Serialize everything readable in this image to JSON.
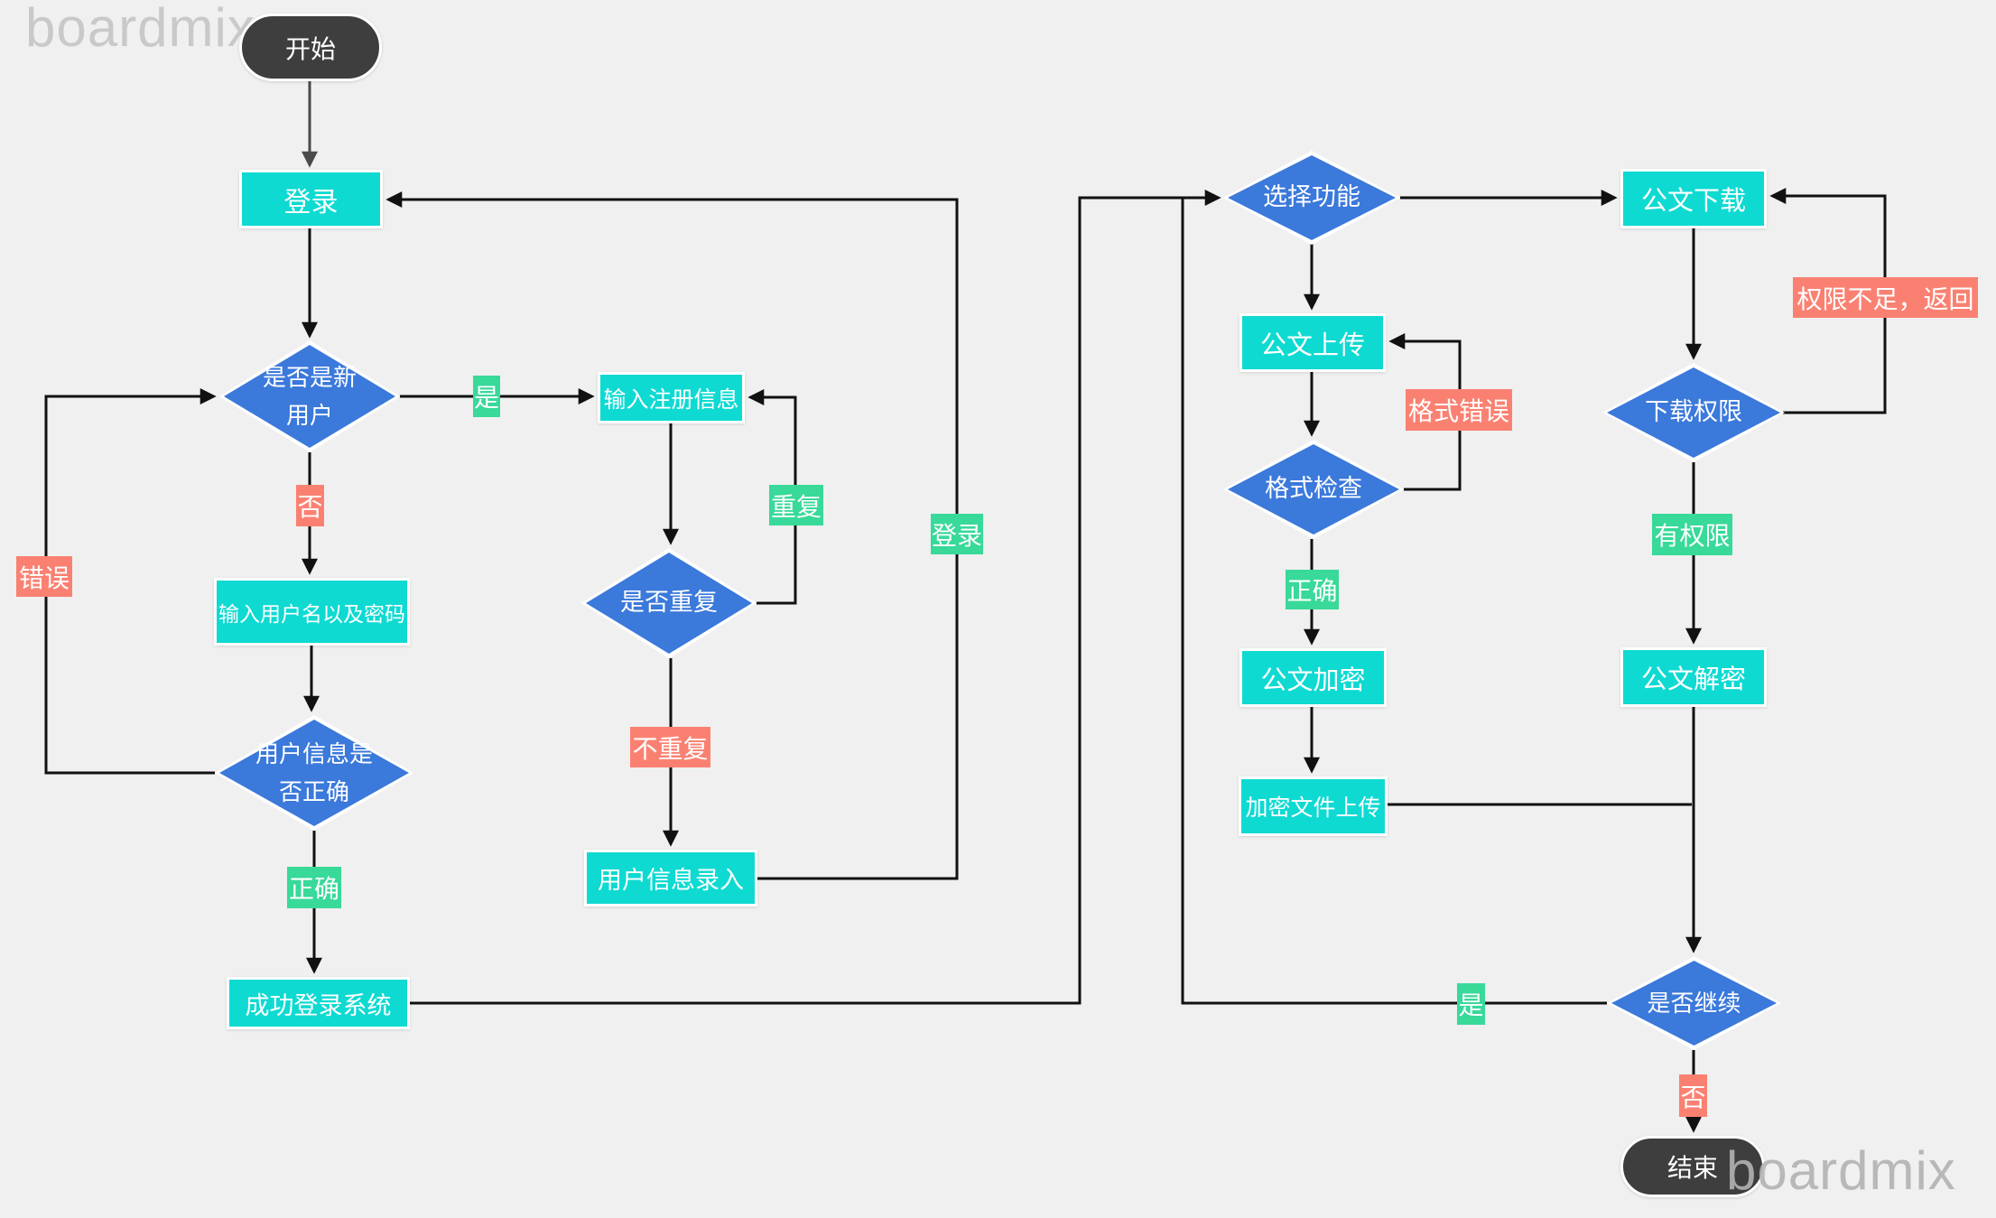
{
  "app": "boardmix flowchart",
  "watermark": {
    "top_left": "boardmix",
    "bottom_right": "boardmix"
  },
  "colors": {
    "background": "#f0f0f0",
    "process_fill": "#0edad2",
    "decision_fill": "#3b79db",
    "terminator_fill": "#3e3e3e",
    "label_green": "#38d999",
    "label_red": "#fa8172",
    "connector": "#111111"
  },
  "nodes": [
    {
      "id": "start",
      "type": "terminator",
      "lines": [
        "开始"
      ]
    },
    {
      "id": "login",
      "type": "process",
      "lines": [
        "登录"
      ]
    },
    {
      "id": "is-new-user",
      "type": "decision",
      "lines": [
        "是否是新",
        "用户"
      ]
    },
    {
      "id": "enter-register-info",
      "type": "process",
      "lines": [
        "输入注册信息"
      ]
    },
    {
      "id": "is-duplicate",
      "type": "decision",
      "lines": [
        "是否重复"
      ]
    },
    {
      "id": "enter-username-password",
      "type": "process",
      "lines": [
        "输入用户名以及密码"
      ]
    },
    {
      "id": "user-info-correct",
      "type": "decision",
      "lines": [
        "用户信息是",
        "否正确"
      ]
    },
    {
      "id": "user-info-entry",
      "type": "process",
      "lines": [
        "用户信息录入"
      ]
    },
    {
      "id": "login-success",
      "type": "process",
      "lines": [
        "成功登录系统"
      ]
    },
    {
      "id": "select-function",
      "type": "decision",
      "lines": [
        "选择功能"
      ]
    },
    {
      "id": "doc-upload",
      "type": "process",
      "lines": [
        "公文上传"
      ]
    },
    {
      "id": "format-check",
      "type": "decision",
      "lines": [
        "格式检查"
      ]
    },
    {
      "id": "doc-encrypt",
      "type": "process",
      "lines": [
        "公文加密"
      ]
    },
    {
      "id": "encrypted-file-upload",
      "type": "process",
      "lines": [
        "加密文件上传"
      ]
    },
    {
      "id": "doc-download",
      "type": "process",
      "lines": [
        "公文下载"
      ]
    },
    {
      "id": "download-permission",
      "type": "decision",
      "lines": [
        "下载权限"
      ]
    },
    {
      "id": "doc-decrypt",
      "type": "process",
      "lines": [
        "公文解密"
      ]
    },
    {
      "id": "continue",
      "type": "decision",
      "lines": [
        "是否继续"
      ]
    },
    {
      "id": "end",
      "type": "terminator",
      "lines": [
        "结束"
      ]
    }
  ],
  "edge_labels": [
    {
      "id": "yes-new-user",
      "text": "是",
      "tone": "green"
    },
    {
      "id": "no-new-user",
      "text": "否",
      "tone": "red"
    },
    {
      "id": "duplicate",
      "text": "重复",
      "tone": "green"
    },
    {
      "id": "not-duplicate",
      "text": "不重复",
      "tone": "red"
    },
    {
      "id": "error",
      "text": "错误",
      "tone": "red"
    },
    {
      "id": "correct-login",
      "text": "正确",
      "tone": "green"
    },
    {
      "id": "login-return",
      "text": "登录",
      "tone": "green"
    },
    {
      "id": "format-error",
      "text": "格式错误",
      "tone": "red"
    },
    {
      "id": "correct-format",
      "text": "正确",
      "tone": "green"
    },
    {
      "id": "no-permission-return",
      "text": "权限不足，返回",
      "tone": "red"
    },
    {
      "id": "has-permission",
      "text": "有权限",
      "tone": "green"
    },
    {
      "id": "yes-continue",
      "text": "是",
      "tone": "green"
    },
    {
      "id": "no-continue",
      "text": "否",
      "tone": "red"
    }
  ],
  "edges": [
    {
      "from": "start",
      "to": "login"
    },
    {
      "from": "login",
      "to": "is-new-user"
    },
    {
      "from": "is-new-user",
      "to": "enter-register-info",
      "label": "是"
    },
    {
      "from": "is-new-user",
      "to": "enter-username-password",
      "label": "否"
    },
    {
      "from": "enter-register-info",
      "to": "is-duplicate"
    },
    {
      "from": "is-duplicate",
      "to": "enter-register-info",
      "label": "重复"
    },
    {
      "from": "is-duplicate",
      "to": "user-info-entry",
      "label": "不重复"
    },
    {
      "from": "enter-username-password",
      "to": "user-info-correct"
    },
    {
      "from": "user-info-correct",
      "to": "is-new-user",
      "label": "错误"
    },
    {
      "from": "user-info-correct",
      "to": "login-success",
      "label": "正确"
    },
    {
      "from": "user-info-entry",
      "to": "login",
      "label": "登录"
    },
    {
      "from": "login-success",
      "to": "select-function"
    },
    {
      "from": "select-function",
      "to": "doc-upload"
    },
    {
      "from": "select-function",
      "to": "doc-download"
    },
    {
      "from": "doc-upload",
      "to": "format-check"
    },
    {
      "from": "format-check",
      "to": "doc-upload",
      "label": "格式错误"
    },
    {
      "from": "format-check",
      "to": "doc-encrypt",
      "label": "正确"
    },
    {
      "from": "doc-encrypt",
      "to": "encrypted-file-upload"
    },
    {
      "from": "encrypted-file-upload",
      "to": "continue"
    },
    {
      "from": "doc-download",
      "to": "download-permission"
    },
    {
      "from": "download-permission",
      "to": "doc-download",
      "label": "权限不足，返回"
    },
    {
      "from": "download-permission",
      "to": "doc-decrypt",
      "label": "有权限"
    },
    {
      "from": "doc-decrypt",
      "to": "continue"
    },
    {
      "from": "continue",
      "to": "select-function",
      "label": "是"
    },
    {
      "from": "continue",
      "to": "end",
      "label": "否"
    }
  ]
}
